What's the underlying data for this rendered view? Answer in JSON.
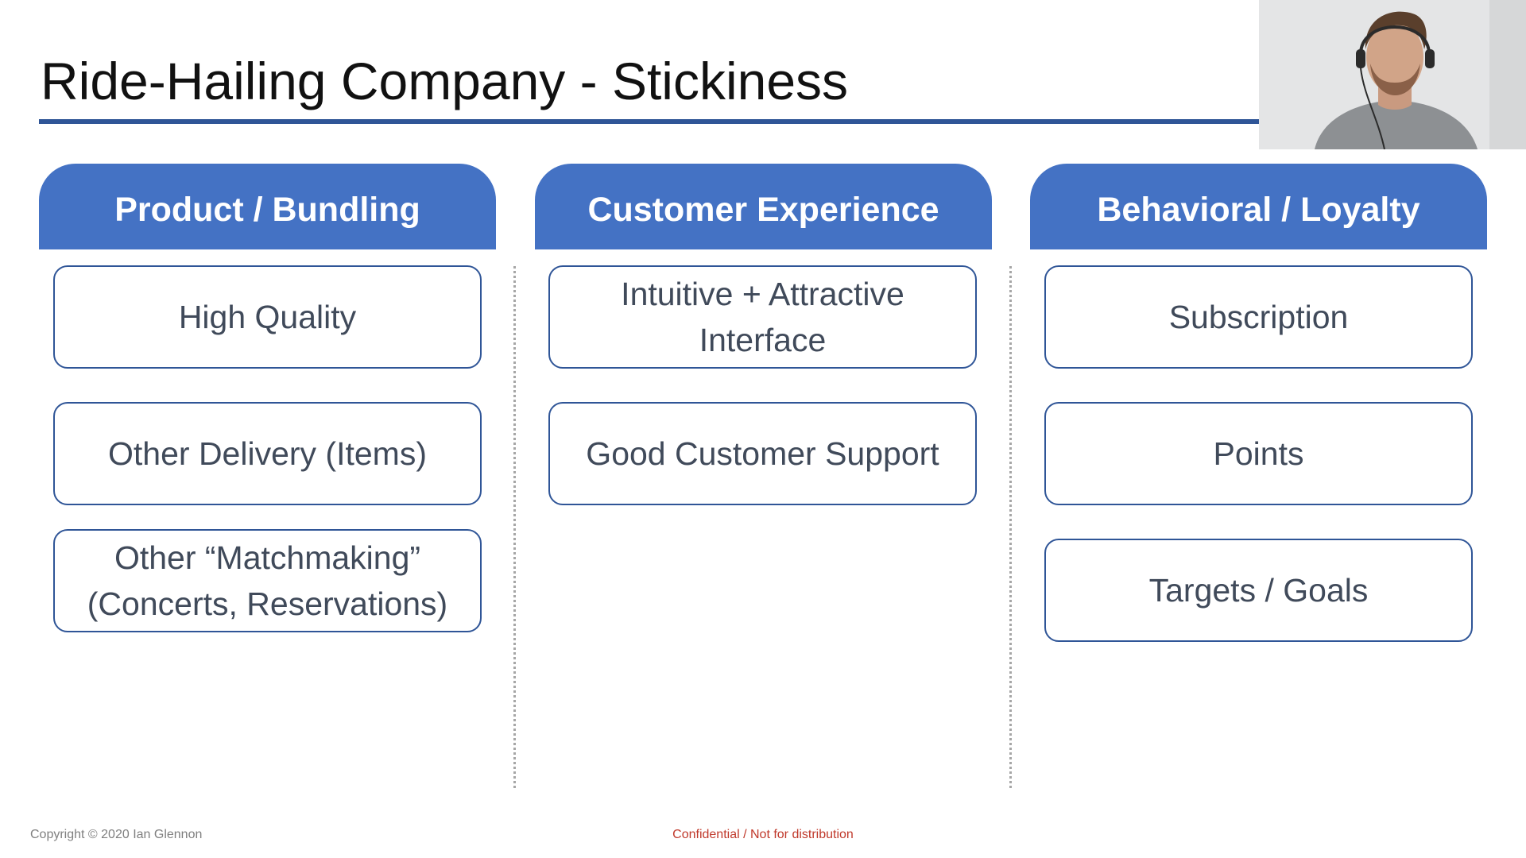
{
  "slide": {
    "title": "Ride-Hailing Company - Stickiness",
    "accent_color": "#4472c4",
    "rule_color": "#2f5597",
    "columns": [
      {
        "header": "Product / Bundling",
        "items": [
          "High Quality",
          "Other Delivery (Items)",
          "Other “Matchmaking” (Concerts, Reservations)"
        ]
      },
      {
        "header": "Customer Experience",
        "items": [
          "Intuitive + Attractive Interface",
          "Good Customer Support"
        ]
      },
      {
        "header": "Behavioral / Loyalty",
        "items": [
          "Subscription",
          "Points",
          "Targets / Goals"
        ]
      }
    ],
    "footer": {
      "copyright": "Copyright © 2020 Ian Glennon",
      "confidential": "Confidential / Not for distribution"
    }
  },
  "webcam": {
    "icon": "presenter-video-icon"
  }
}
